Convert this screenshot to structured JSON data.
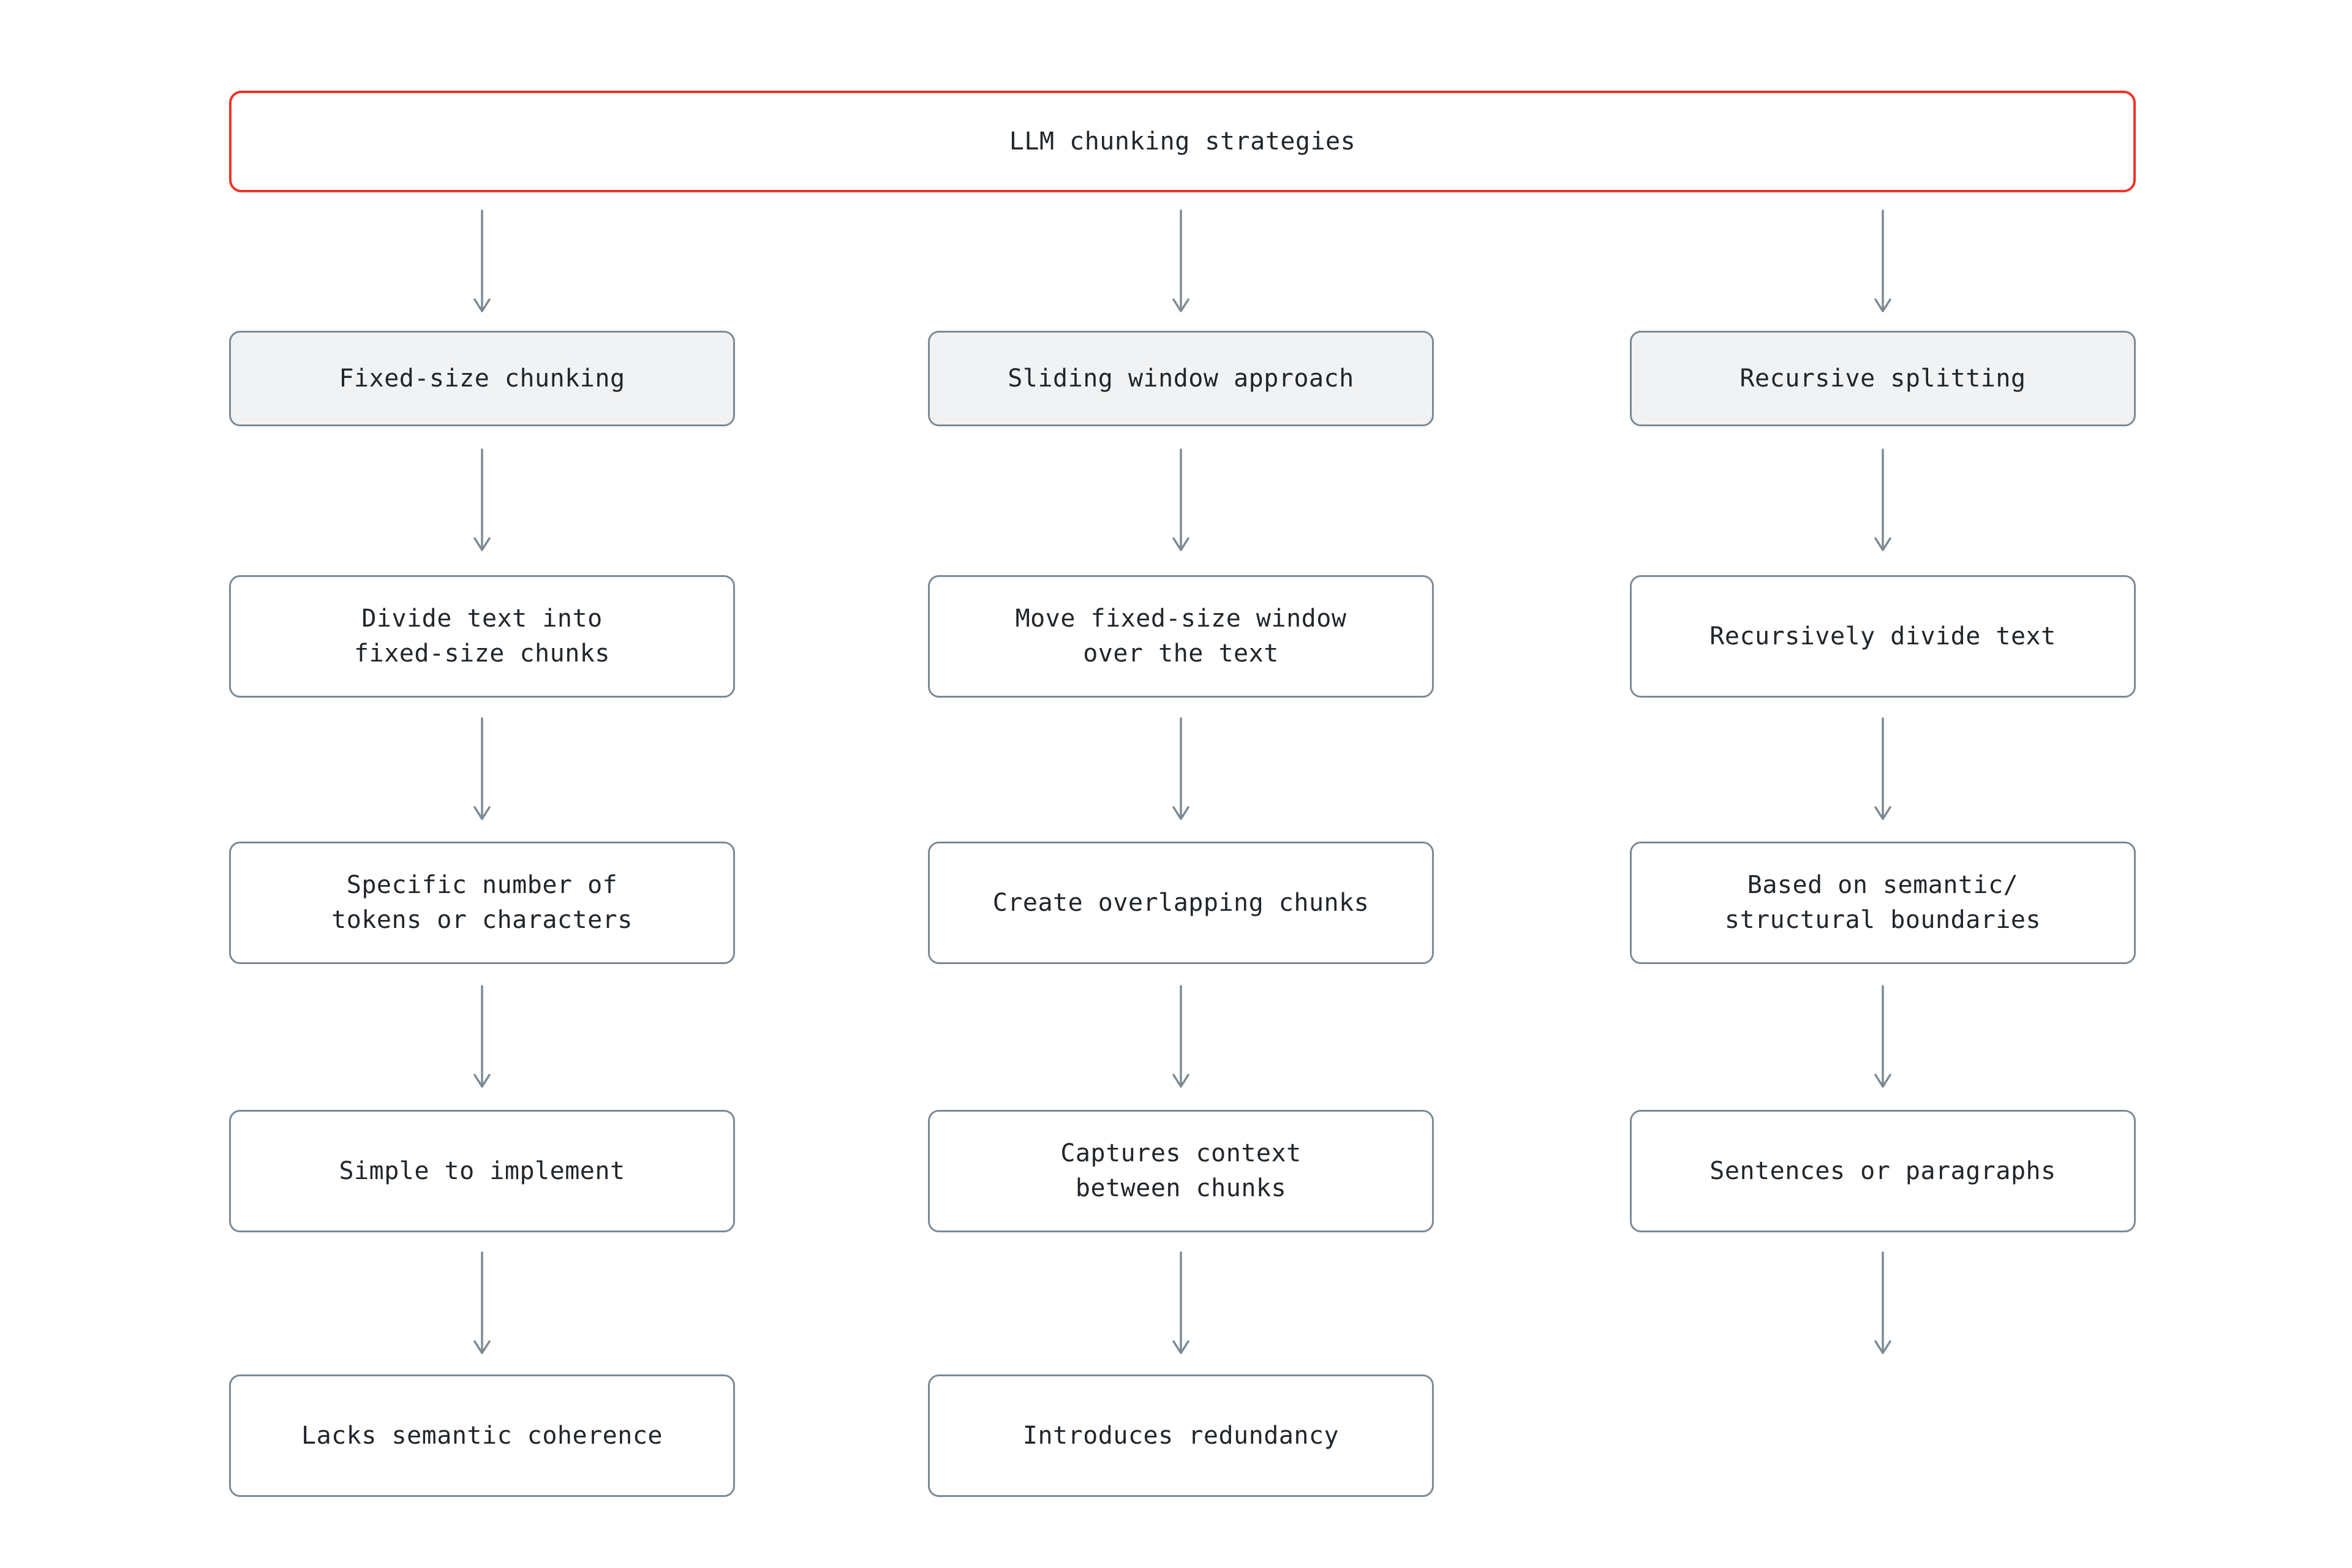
{
  "diagram": {
    "title": "LLM chunking strategies",
    "colors": {
      "title_border": "#ee3328",
      "node_border": "#7b8a95",
      "header_node_fill": "#f1f2f3",
      "node_fill": "#ffffff",
      "arrow": "#7b8a95",
      "text": "#21262b",
      "background": "#ffffff"
    },
    "columns": [
      {
        "header": "Fixed-size chunking",
        "steps": [
          "Divide text into\nfixed-size chunks",
          "Specific number of\ntokens or characters",
          "Simple to implement",
          "Lacks semantic coherence"
        ]
      },
      {
        "header": "Sliding window approach",
        "steps": [
          "Move fixed-size window\nover the text",
          "Create overlapping chunks",
          "Captures context\nbetween chunks",
          "Introduces redundancy"
        ]
      },
      {
        "header": "Recursive splitting",
        "steps": [
          "Recursively divide text",
          "Based on semantic/\nstructural boundaries",
          "Sentences or paragraphs"
        ]
      }
    ]
  }
}
